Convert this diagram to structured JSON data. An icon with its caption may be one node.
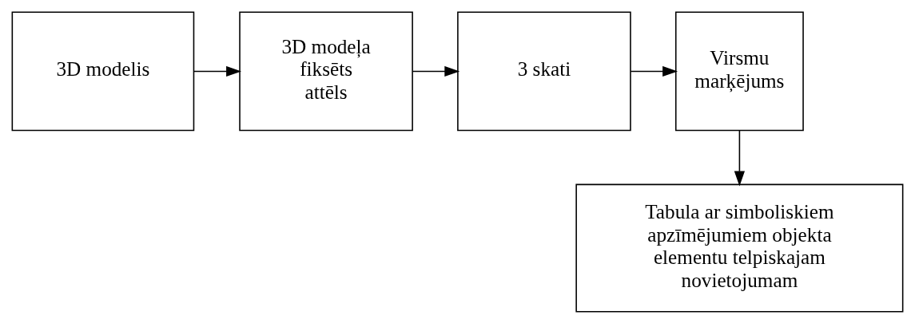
{
  "diagram": {
    "nodes": [
      {
        "text": [
          "3D modelis"
        ]
      },
      {
        "text": [
          "3D modeļa fiksēts attēls"
        ]
      },
      {
        "text": [
          "3 skati"
        ]
      },
      {
        "text": [
          "Virsmu marķējums"
        ]
      },
      {
        "text": [
          "Tabula ar simboliskiem apzīmējumiem objekta elementu telpiskajam novietojumam"
        ]
      }
    ],
    "edges": [
      {
        "from": 0,
        "to": 1,
        "arrow": "to"
      },
      {
        "from": 1,
        "to": 2,
        "arrow": "to"
      },
      {
        "from": 2,
        "to": 3,
        "arrow": "to"
      },
      {
        "from": 3,
        "to": 4,
        "arrow": "to"
      }
    ]
  }
}
